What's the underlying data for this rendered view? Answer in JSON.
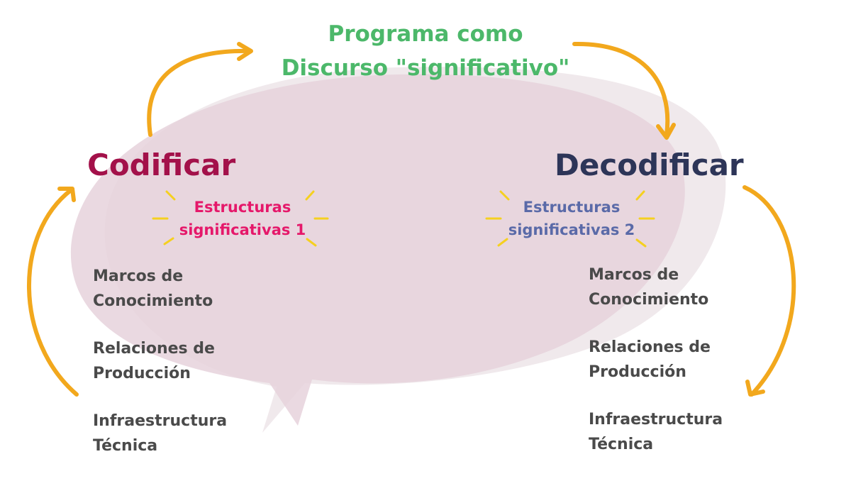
{
  "title": {
    "line1": "Programa como",
    "line2": "Discurso \"significativo\""
  },
  "nodes": {
    "left": "Codificar",
    "right": "Decodificar"
  },
  "structures": {
    "left": {
      "line1": "Estructuras",
      "line2": "significativas 1"
    },
    "right": {
      "line1": "Estructuras",
      "line2": "significativas 2"
    }
  },
  "lists": {
    "left": [
      {
        "line1": "Marcos de",
        "line2": "Conocimiento"
      },
      {
        "line1": "Relaciones de",
        "line2": "Producción"
      },
      {
        "line1": "Infraestructura",
        "line2": "Técnica"
      }
    ],
    "right": [
      {
        "line1": "Marcos de",
        "line2": "Conocimiento"
      },
      {
        "line1": "Relaciones de",
        "line2": "Producción"
      },
      {
        "line1": "Infraestructura",
        "line2": "Técnica"
      }
    ]
  },
  "colors": {
    "title": "#4cb86a",
    "codificar": "#a3114a",
    "decodificar": "#2d3558",
    "structure_left": "#e5186a",
    "structure_right": "#5a6aa8",
    "list_text": "#4a4a4a",
    "arrows": "#f2a81d",
    "sparkles": "#f5d020",
    "bubble": "#e6d2dc"
  }
}
